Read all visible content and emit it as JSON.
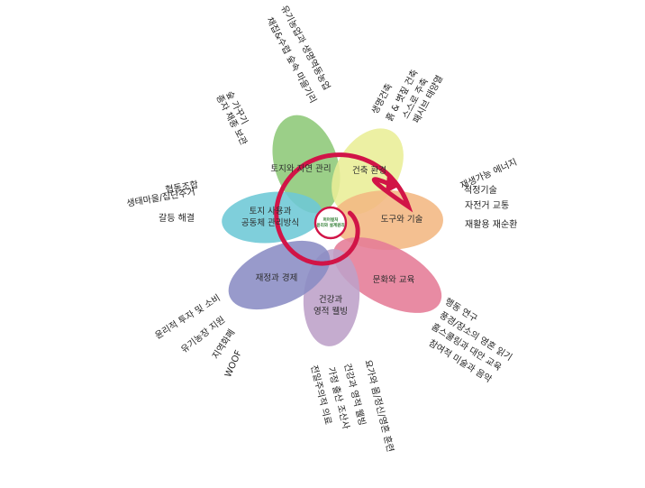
{
  "center": {
    "line1": "퍼머컬처",
    "line2": "윤리와 설계원리"
  },
  "petals": [
    {
      "id": "land-nature",
      "label": [
        "토지와 자연 관리"
      ],
      "color": "#8dc878"
    },
    {
      "id": "building",
      "label": [
        "건축 환경"
      ],
      "color": "#e9ee96"
    },
    {
      "id": "tools",
      "label": [
        "도구와 기술"
      ],
      "color": "#f3b782"
    },
    {
      "id": "culture",
      "label": [
        "문화와 교육"
      ],
      "color": "#e57b96"
    },
    {
      "id": "health",
      "label": [
        "건강과",
        "영적 웰빙"
      ],
      "color": "#bda1c8"
    },
    {
      "id": "finance",
      "label": [
        "재정과 경제"
      ],
      "color": "#8a8cc4"
    },
    {
      "id": "land-tenure",
      "label": [
        "토지 사용과",
        "공동체 관리방식"
      ],
      "color": "#6dc8d6"
    }
  ],
  "groups": {
    "land_nature": [
      "유기농업과 생명역동농업",
      "채집&수렵  숲속 마을기리",
      "숲 가꾸기",
      "종자 채종 보관"
    ],
    "building": [
      "생명건축",
      "흙 & 볏짚 건축",
      "스스로 주축",
      "패시브 태양열"
    ],
    "tools": [
      "재생가능 에너지",
      "적정기술",
      "자전거 교통",
      "재활용  재순환"
    ],
    "culture": [
      "행동 연구",
      "풍경/장소의 영혼 읽기",
      "홈스쿨링과 대안 교육",
      "참여적 미술과 음악"
    ],
    "health": [
      "요가와 몸/정신/영혼 훈련",
      "건강과 영적 웰빙",
      "가정 출산  조산사",
      "전일주의적 의료"
    ],
    "finance": [
      "윤리적 투자 및 소비",
      "유기농장 지원",
      "지역화폐",
      "WOOF"
    ],
    "land_tenure": [
      "협동조합",
      "생태마을/집단주거",
      "갈등 해결"
    ]
  }
}
